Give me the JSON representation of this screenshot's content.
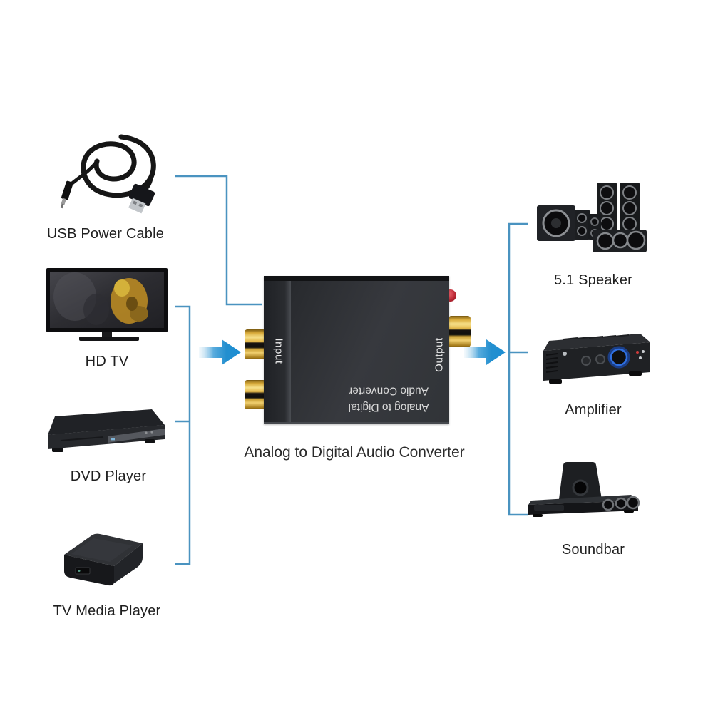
{
  "diagram": {
    "caption": "Analog to Digital Audio Converter",
    "converter": {
      "input_port_label": "Input",
      "output_port_label": "Output",
      "print_line1": "Analog to Digital",
      "print_line2": "Audio Converter",
      "ports": {
        "left_rca_count": 2,
        "right_rca_count": 1,
        "optical_port": "red optical out"
      }
    },
    "sources": [
      {
        "label": "USB Power Cable",
        "icon": "usb-cable-icon"
      },
      {
        "label": "HD TV",
        "icon": "hd-tv-icon"
      },
      {
        "label": "DVD Player",
        "icon": "dvd-player-icon"
      },
      {
        "label": "TV Media Player",
        "icon": "tv-media-player-icon"
      }
    ],
    "sinks": [
      {
        "label": "5.1 Speaker",
        "icon": "surround-speakers-icon"
      },
      {
        "label": "Amplifier",
        "icon": "amplifier-icon"
      },
      {
        "label": "Soundbar",
        "icon": "soundbar-icon"
      }
    ],
    "colors": {
      "line": "#4a93c0",
      "arrow_head": "#1b8ed3",
      "arrow_tail": "#cfe7f4",
      "box_body": "#34373c",
      "rca_gold": "#d9a93c",
      "optical_red": "#b3232f",
      "label_text": "#1f1f1f",
      "print_text": "#d9d9d9"
    }
  }
}
